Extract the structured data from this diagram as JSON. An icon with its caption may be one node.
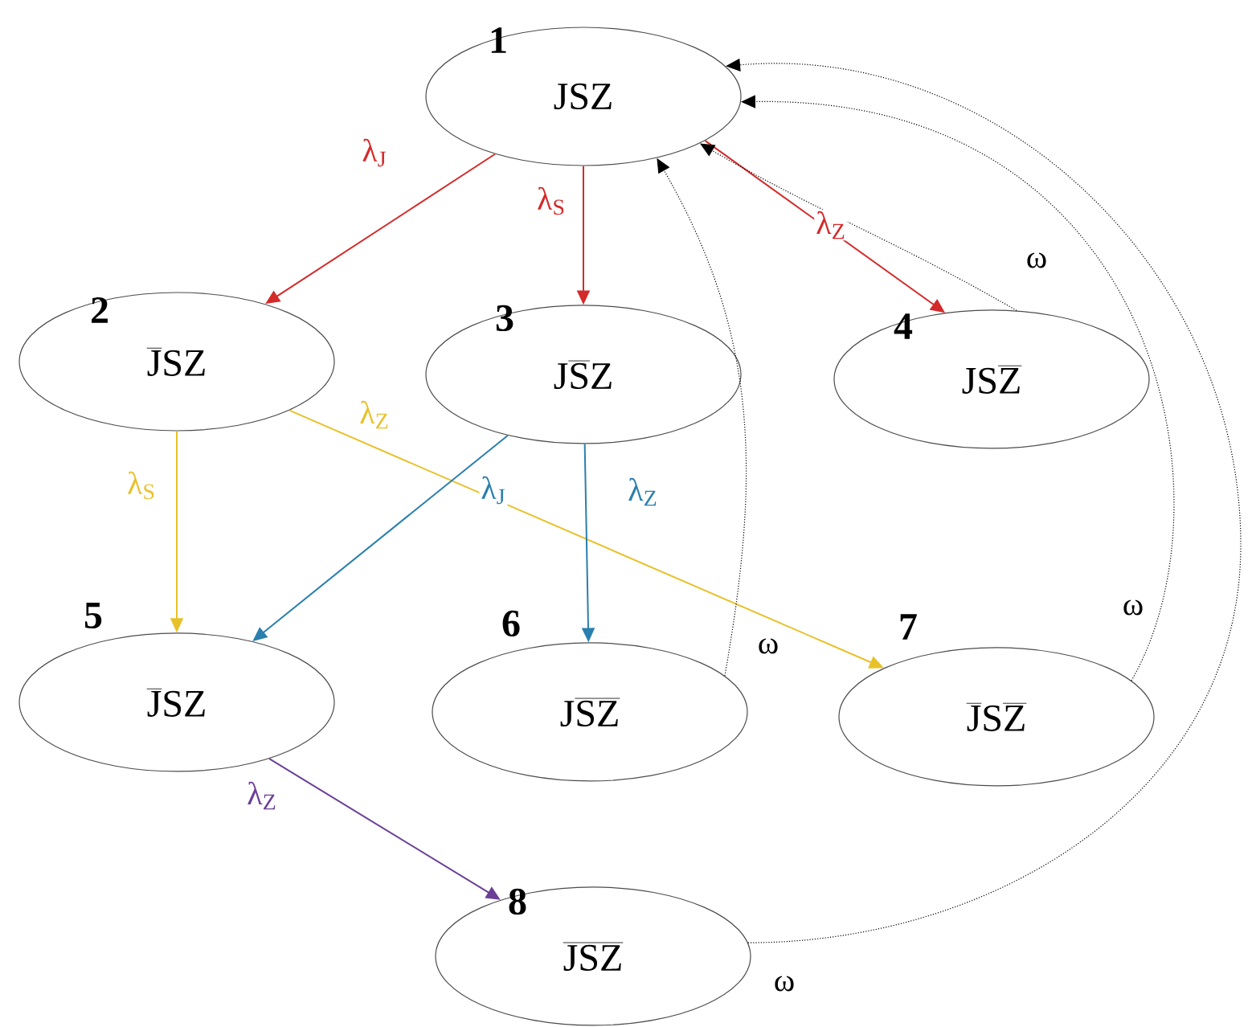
{
  "diagram": {
    "nodes": [
      {
        "text": [
          "1",
          "\\mathrm{JSZ}"
        ]
      },
      {
        "text": [
          "2",
          "\\overline{\\mathrm{J}}\\mathrm{SZ}"
        ]
      },
      {
        "text": [
          "3",
          "\\mathrm{J}\\overline{\\mathrm{S}}\\mathrm{Z}"
        ]
      },
      {
        "text": [
          "4",
          "\\mathrm{JS}\\overline{\\mathrm{Z}}"
        ]
      },
      {
        "text": [
          "5",
          "\\overline{\\mathrm{J}}\\mathrm{SZ}"
        ]
      },
      {
        "text": [
          "6",
          "\\mathrm{J}\\overline{\\mathrm{SZ}}"
        ]
      },
      {
        "text": [
          "7",
          "\\overline{\\mathrm{J}}\\mathrm{S}\\overline{\\mathrm{Z}}"
        ]
      },
      {
        "text": [
          "8",
          "\\overline{\\mathrm{JSZ}}"
        ]
      }
    ],
    "edges": [
      {
        "from": 0,
        "to": 1,
        "arrow": "to",
        "label": "λ$_{J}$",
        "color": "#d42a2a"
      },
      {
        "from": 0,
        "to": 2,
        "arrow": "to",
        "label": "λ$_{S}$",
        "color": "#d42a2a"
      },
      {
        "from": 0,
        "to": 3,
        "arrow": "to",
        "label": "λ$_{Z}$",
        "color": "#d42a2a"
      },
      {
        "from": 1,
        "to": 4,
        "arrow": "to",
        "label": "λ$_{S}$",
        "color": "#e8c12a"
      },
      {
        "from": 1,
        "to": 6,
        "arrow": "to",
        "label": "λ$_{Z}$",
        "color": "#e8c12a"
      },
      {
        "from": 2,
        "to": 4,
        "arrow": "to",
        "label": "λ$_{J}$",
        "color": "#2a7fae"
      },
      {
        "from": 2,
        "to": 5,
        "arrow": "to",
        "label": "λ$_{Z}$",
        "color": "#2a7fae"
      },
      {
        "from": 4,
        "to": 7,
        "arrow": "to",
        "label": "λ$_{Z}$",
        "color": "#6b3f96"
      },
      {
        "from": 3,
        "to": 0,
        "arrow": "to",
        "label": "ω",
        "style": "dashed"
      },
      {
        "from": 5,
        "to": 0,
        "arrow": "to",
        "label": "ω",
        "style": "dashed"
      },
      {
        "from": 6,
        "to": 0,
        "arrow": "to",
        "label": "ω",
        "style": "dashed"
      },
      {
        "from": 7,
        "to": 0,
        "arrow": "to",
        "label": "ω",
        "style": "dashed"
      }
    ]
  }
}
